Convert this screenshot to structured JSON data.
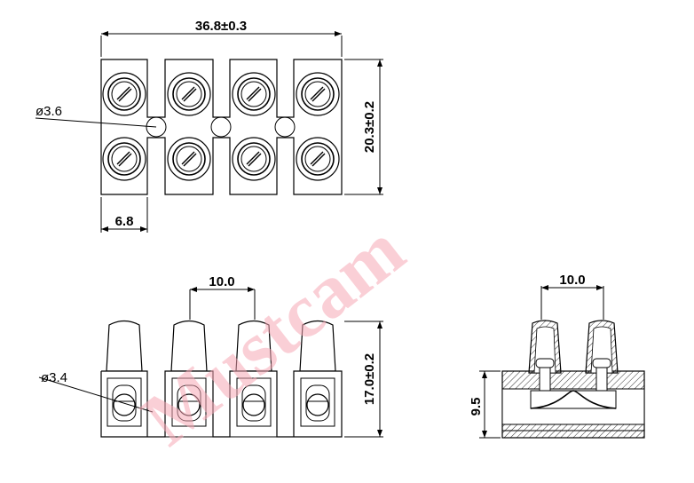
{
  "watermark": "Mustcam",
  "top_view": {
    "width_dim": "36.8±0.3",
    "height_dim": "20.3±0.2",
    "hole_dim": "ø3.6",
    "pitch_dim": "6.8"
  },
  "front_view": {
    "pitch_dim": "10.0",
    "height_dim": "17.0±0.2",
    "hole_dim": "ø3.4"
  },
  "side_view": {
    "pitch_dim": "10.0",
    "height_dim": "9.5"
  }
}
